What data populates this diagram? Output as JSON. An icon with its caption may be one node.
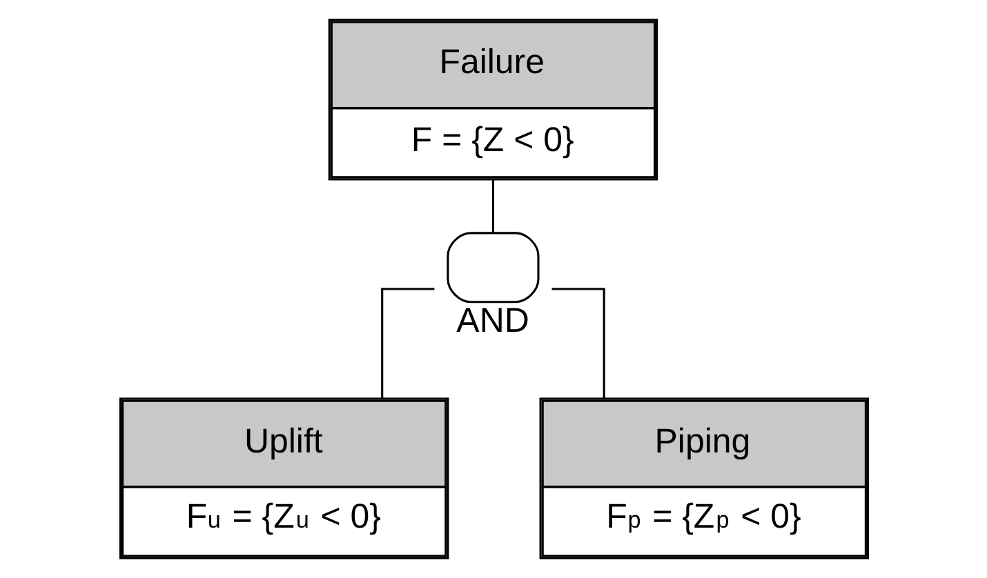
{
  "diagram": {
    "nodes": [
      {
        "text": [
          "Failure",
          "F = {Z < 0}"
        ]
      },
      {
        "text": [],
        "shape": "gate",
        "beside": [
          "AND"
        ]
      },
      {
        "text": [
          "Uplift",
          "F$_{u}$ = {Z$_{u}$ < 0}"
        ]
      },
      {
        "text": [
          "Piping",
          "F$_{p}$ = {Z$_{p}$ < 0}"
        ]
      }
    ],
    "edges": [
      {
        "from": 0,
        "to": 1,
        "arrow": "none"
      },
      {
        "from": 1,
        "to": 2,
        "arrow": "none"
      },
      {
        "from": 1,
        "to": 3,
        "arrow": "none"
      }
    ]
  }
}
